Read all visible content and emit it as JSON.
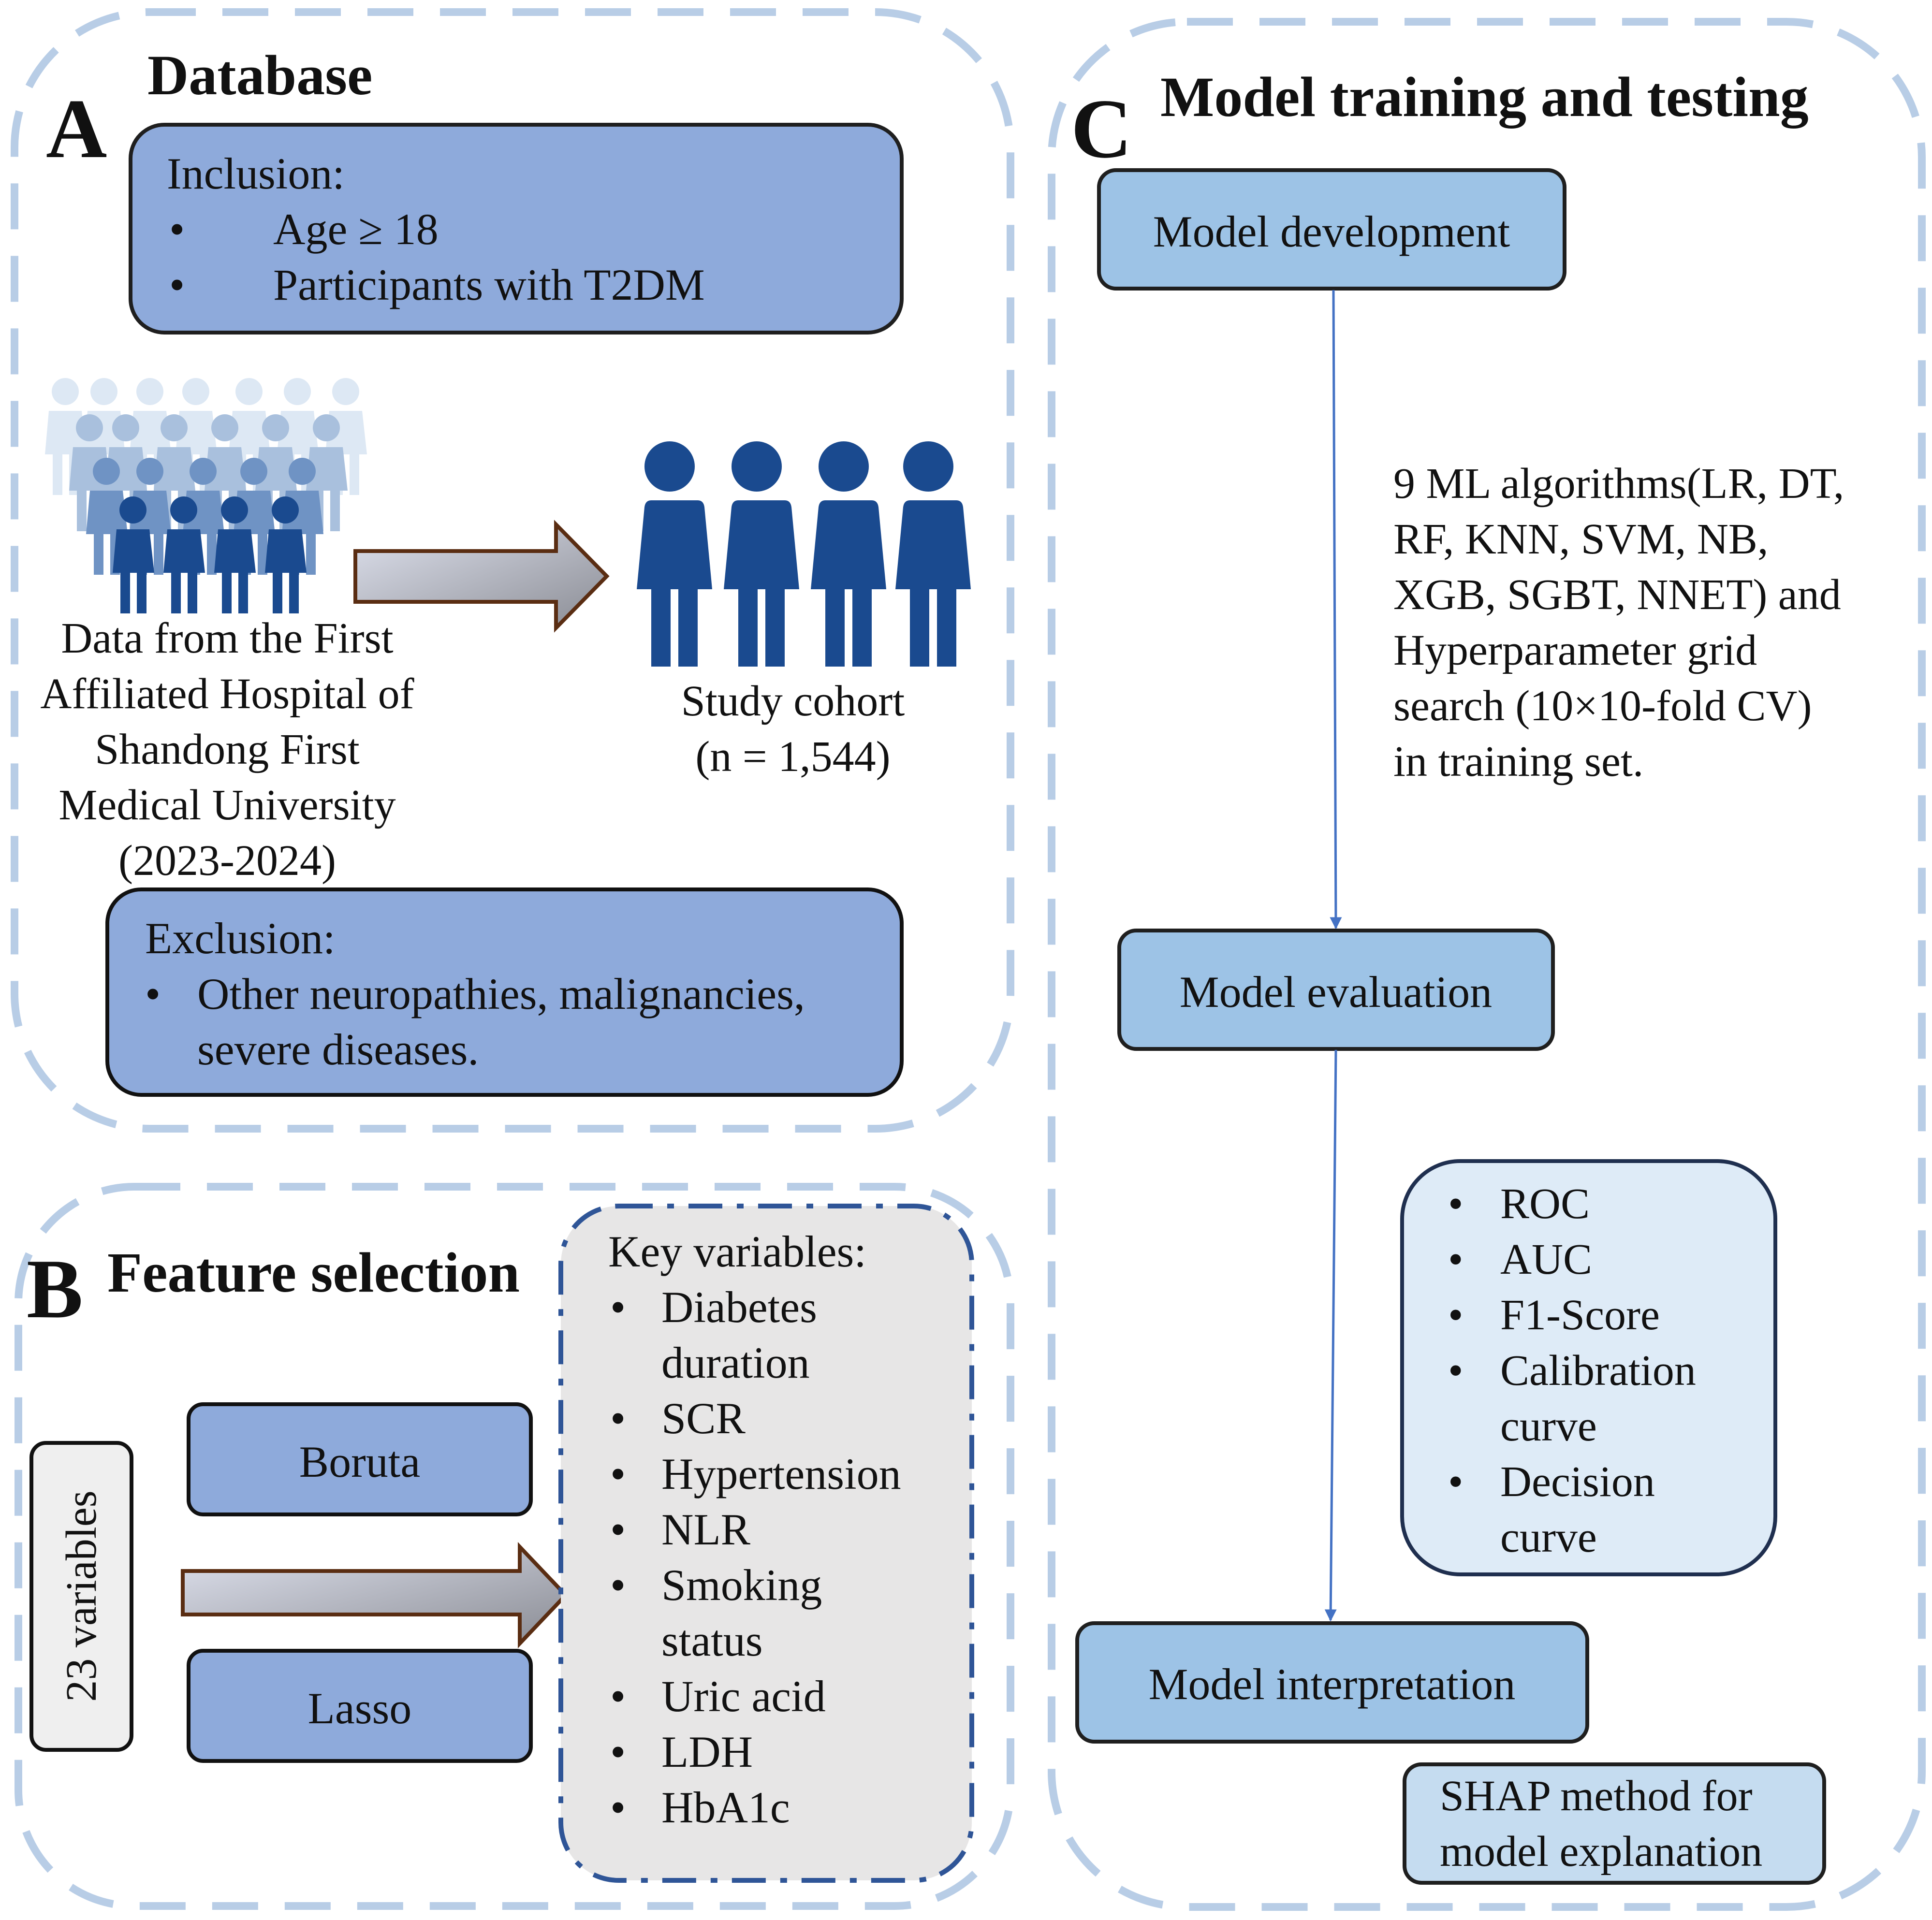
{
  "panels": {
    "a": {
      "letter": "A",
      "title": "Database",
      "inclusion": {
        "heading": "Inclusion:",
        "bullets": [
          "Age ≥ 18",
          "Participants with T2DM"
        ]
      },
      "source": [
        "Data from the First",
        "Affiliated Hospital of",
        "Shandong First",
        "Medical University",
        "(2023-2024)"
      ],
      "cohort": [
        "Study cohort",
        "(n = 1,544)"
      ],
      "exclusion": {
        "heading": "Exclusion:",
        "bullets": [
          "Other neuropathies, malignancies,",
          "severe diseases."
        ]
      }
    },
    "b": {
      "letter": "B",
      "title": "Feature selection",
      "input_label": "23 variables",
      "methods": [
        "Boruta",
        "Lasso"
      ],
      "key_variables": {
        "heading": "Key variables:",
        "items": [
          [
            "Diabetes",
            "duration"
          ],
          [
            "SCR"
          ],
          [
            "Hypertension"
          ],
          [
            "NLR"
          ],
          [
            "Smoking",
            "status"
          ],
          [
            "Uric acid"
          ],
          [
            "LDH"
          ],
          [
            "HbA1c"
          ]
        ]
      }
    },
    "c": {
      "letter": "C",
      "title": "Model training and testing",
      "development": "Model development",
      "algorithms_note": [
        "9 ML algorithms(LR, DT,",
        "RF, KNN, SVM, NB,",
        "XGB, SGBT, NNET) and",
        "Hyperparameter grid",
        "search (10×10-fold CV)",
        "in training set."
      ],
      "evaluation": "Model evaluation",
      "metrics": [
        [
          "ROC"
        ],
        [
          "AUC"
        ],
        [
          "F1-Score"
        ],
        [
          "Calibration",
          "curve"
        ],
        [
          "Decision",
          "curve"
        ]
      ],
      "interpretation": "Model interpretation",
      "shap_note": [
        "SHAP method for",
        "model explanation"
      ]
    }
  },
  "colors": {
    "panel_border": "#b8cde6",
    "box_dark": "#8eaadb",
    "box_light": "#9dc3e6",
    "box_pale": "#deebf7",
    "key_box_fill": "#e7e6e6",
    "key_box_border": "#2f5597",
    "people_dark": "#1a4a8f",
    "arrow_line": "#4472c4"
  },
  "icons": [
    "crowd-icon",
    "person-icon",
    "block-arrow-icon"
  ]
}
